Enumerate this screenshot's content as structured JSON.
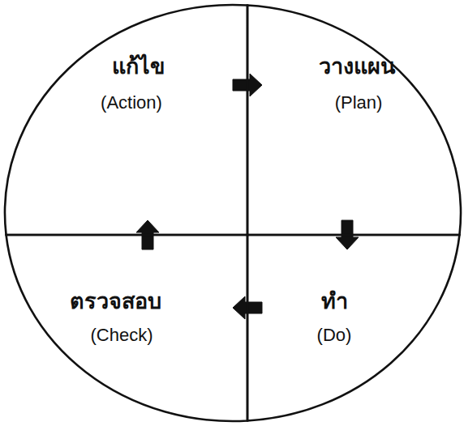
{
  "diagram": {
    "nodes": [
      {
        "text": [
          "แก้ไข",
          "(Action)"
        ]
      },
      {
        "text": [
          "วางแผน",
          "(Plan)"
        ]
      },
      {
        "text": [
          "ตรวจสอบ",
          "(Check)"
        ]
      },
      {
        "text": [
          "ทำ",
          "(Do)"
        ]
      }
    ],
    "edges": [
      {
        "from": 0,
        "to": 1,
        "arrow": "to"
      },
      {
        "from": 1,
        "to": 3,
        "arrow": "to"
      },
      {
        "from": 3,
        "to": 2,
        "arrow": "to"
      },
      {
        "from": 2,
        "to": 0,
        "arrow": "to"
      }
    ]
  }
}
